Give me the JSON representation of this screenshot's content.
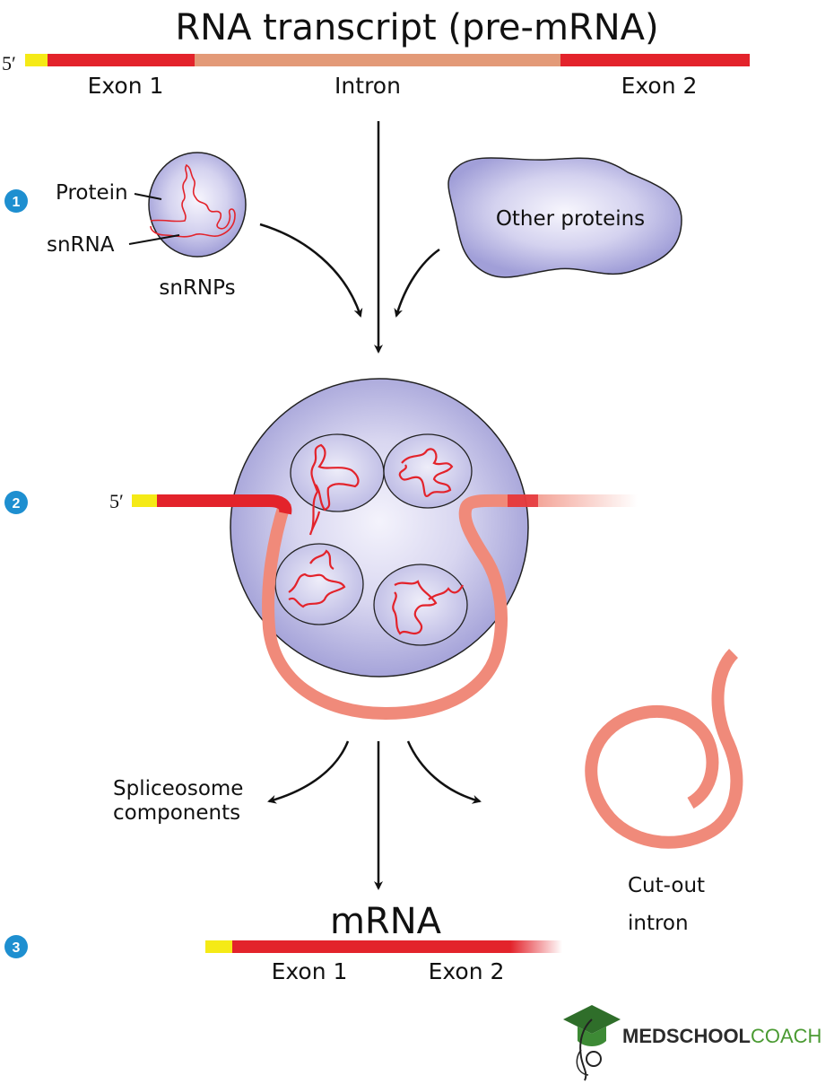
{
  "title": "RNA transcript (pre-mRNA)",
  "five_prime": "5′",
  "transcript": {
    "exon1": "Exon 1",
    "intron": "Intron",
    "exon2": "Exon 2"
  },
  "steps": [
    "1",
    "2",
    "3"
  ],
  "step1": {
    "protein": "Protein",
    "snrna": "snRNA",
    "snrnps": "snRNPs",
    "other_proteins": "Other proteins"
  },
  "step2": {
    "spliceosome_components": [
      "Spliceosome",
      "components"
    ],
    "cut_out_intron": [
      "Cut-out",
      "intron"
    ]
  },
  "step3": {
    "mrna": "mRNA",
    "exon1": "Exon 1",
    "exon2": "Exon 2"
  },
  "brand": {
    "bold": "MEDSCHOOL",
    "light": "COACH"
  },
  "colors": {
    "exon": "#e3232b",
    "intron": "#e39a78",
    "cap": "#f5ea16",
    "intron_loop": "#f08a7a",
    "protein": "#a7a5db",
    "step_badge": "#1e8fd0",
    "brand_green": "#4a9a32"
  }
}
